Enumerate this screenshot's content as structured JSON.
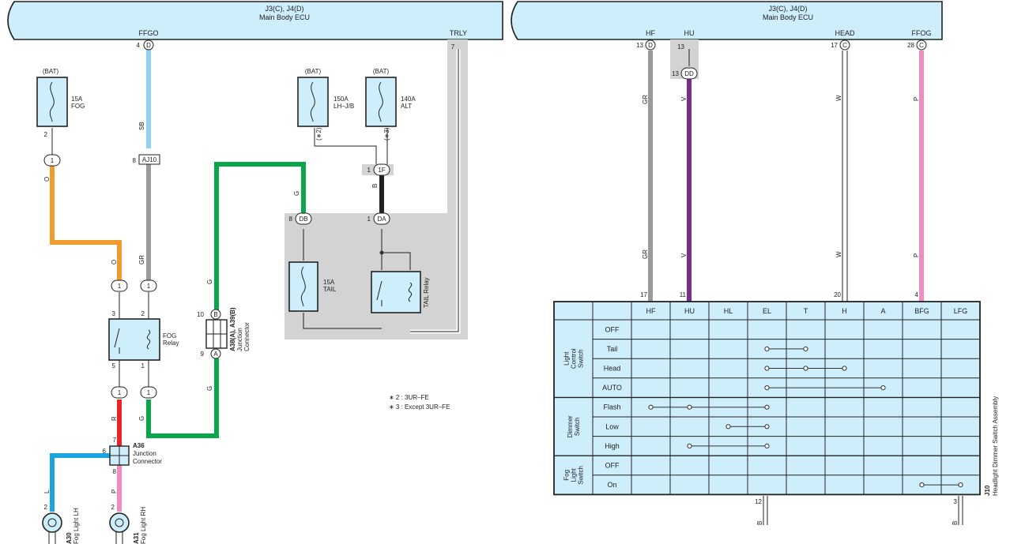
{
  "left_ecu": {
    "title": "J3(C), J4(D)",
    "subtitle": "Main Body ECU",
    "pin_ffgo": "FFGO",
    "pin_trly": "TRLY"
  },
  "right_ecu": {
    "title": "J3(C), J4(D)",
    "subtitle": "Main Body ECU",
    "pin_hf": "HF",
    "pin_hu": "HU",
    "pin_head": "HEAD",
    "pin_ffog": "FFOG"
  },
  "fuses": {
    "fog": {
      "source": "(BAT)",
      "amp": "15A",
      "name": "FOG"
    },
    "lhjb": {
      "source": "(BAT)",
      "amp": "150A",
      "name": "LH–J/B"
    },
    "alt": {
      "source": "(BAT)",
      "amp": "140A",
      "name": "ALT"
    },
    "tail": {
      "amp": "15A",
      "name": "TAIL"
    }
  },
  "relays": {
    "fog_line1": "FOG",
    "fog_line2": "Relay",
    "tail": "TAIL Relay"
  },
  "junction_a38": {
    "label_bold": "A38(A), A39(B)",
    "line1": "Junction",
    "line2": "Connector",
    "pin_b": "B",
    "pin_a": "A",
    "pin_b_num": "10",
    "pin_a_num": "9"
  },
  "junction_a36": {
    "code": "A36",
    "line1": "Junction",
    "line2": "Connector",
    "pin6": "6",
    "pin7": "7",
    "pin8": "8"
  },
  "lamps": {
    "lh_code": "A30",
    "lh_name": "Fog Light LH",
    "rh_code": "A31",
    "rh_name": "Fog Light RH"
  },
  "connectors": {
    "aj10": "AJ10",
    "db": "DB",
    "da": "DA",
    "if": "1F",
    "dd": "DD",
    "d": "D",
    "c": "C",
    "one": "1"
  },
  "wire_colors": {
    "o": "O",
    "sb": "SB",
    "gr": "GR",
    "g": "G",
    "b": "B",
    "r": "R",
    "l": "L",
    "p": "P",
    "v": "V",
    "w": "W"
  },
  "pin_numbers": {
    "ffgo": "4",
    "trly": "7",
    "fuse_fog_out": "2",
    "aj10": "8",
    "relay_3": "3",
    "relay_2": "2",
    "relay_5": "5",
    "relay_1": "1",
    "db": "8",
    "da": "1",
    "if_pin": "1",
    "lamp_lh": "2",
    "lamp_rh": "2",
    "hf": "13",
    "hu": "13",
    "dd": "13",
    "head": "17",
    "ffog": "28",
    "sw_hf": "17",
    "sw_hu": "11",
    "sw_head": "20",
    "sw_ffog": "4",
    "sw_12": "12",
    "sw_3": "3"
  },
  "notes": {
    "n2": "∗ 2 : 3UR–FE",
    "n3": "∗ 3 : Except 3UR–FE",
    "star2": "(∗2)",
    "star3": "(∗3)"
  },
  "switch_table": {
    "columns": [
      "HF",
      "HU",
      "HL",
      "EL",
      "T",
      "H",
      "A",
      "BFG",
      "LFG"
    ],
    "groups": [
      {
        "name_lines": [
          "Light",
          "Control",
          "Switch"
        ],
        "rows": [
          "OFF",
          "Tail",
          "Head",
          "AUTO"
        ]
      },
      {
        "name_lines": [
          "Dimmer",
          "Switch"
        ],
        "rows": [
          "Flash",
          "Low",
          "High"
        ]
      },
      {
        "name_lines": [
          "Fog",
          "Light",
          "Switch"
        ],
        "rows": [
          "OFF",
          "On"
        ]
      }
    ],
    "connections": [
      [],
      [
        "EL",
        "T"
      ],
      [
        "EL",
        "T",
        "H"
      ],
      [
        "EL",
        "A"
      ],
      [
        "HF",
        "HU",
        "EL"
      ],
      [
        "HL",
        "EL"
      ],
      [
        "HU",
        "EL"
      ],
      [],
      [
        "BFG",
        "LFG"
      ]
    ],
    "assembly_code": "J10",
    "assembly_name": "Headlight Dimmer Switch Assembly"
  },
  "colors": {
    "sb": "#8fd2f2",
    "gr": "#9a9a9a",
    "o": "#f29a2e",
    "g": "#0aa64a",
    "b": "#222222",
    "r": "#e8242b",
    "l": "#1ba4e0",
    "p": "#f08cc0",
    "v": "#7b2d8e",
    "shade": "#d3d3d3",
    "panel": "#cdeefa"
  }
}
